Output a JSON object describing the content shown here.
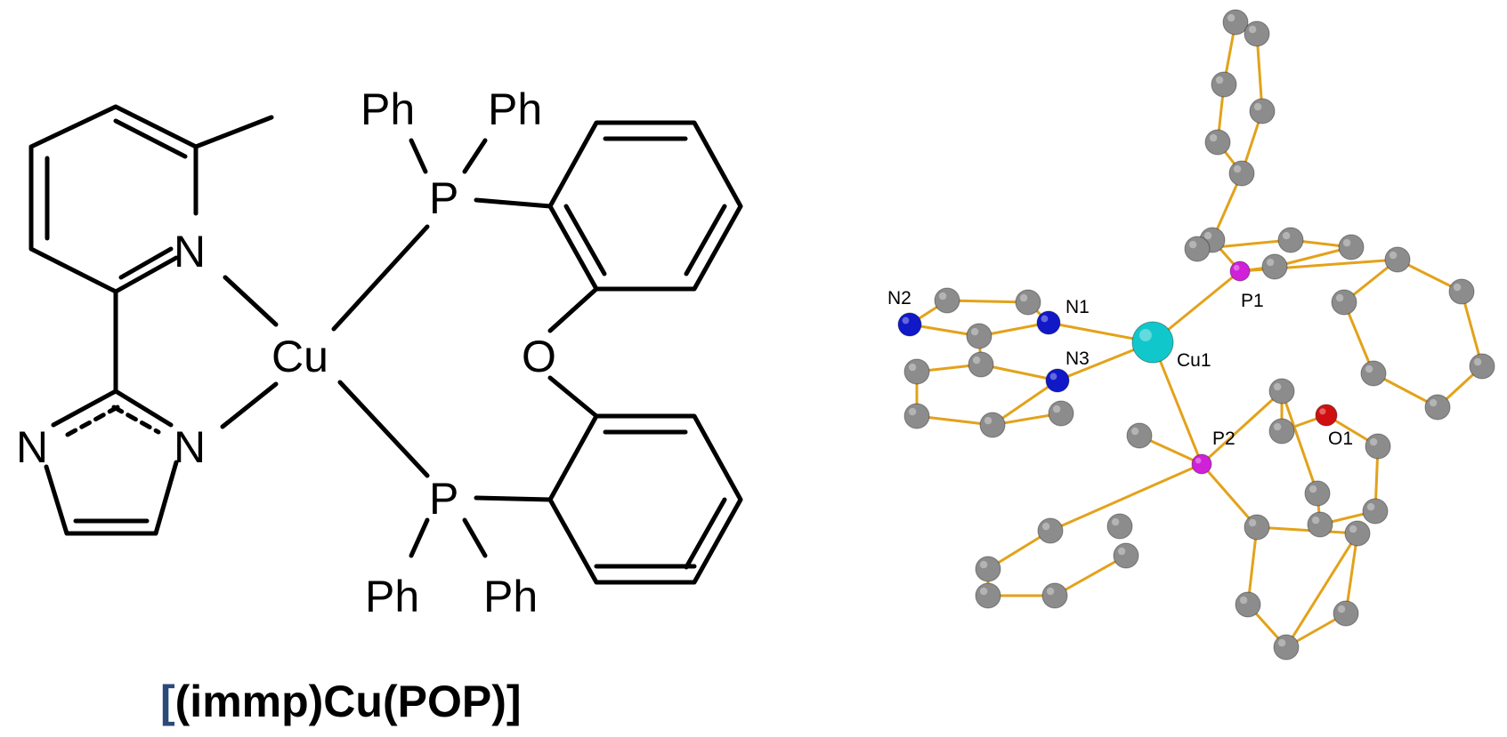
{
  "structure": {
    "labels": {
      "n_pyridine": "N",
      "n_imidazole_left": "N",
      "n_imidazole_right": "N",
      "metal": "Cu",
      "phosphorus_top": "P",
      "phosphorus_bottom": "P",
      "oxygen": "O",
      "ph_top_left": "Ph",
      "ph_top_right": "Ph",
      "ph_bottom_left": "Ph",
      "ph_bottom_right": "Ph"
    },
    "caption": {
      "open_bracket": "[",
      "text": "(immp)Cu(POP)",
      "close_bracket": "]"
    }
  },
  "crystal": {
    "labels": {
      "n2": "N2",
      "n1": "N1",
      "n3": "N3",
      "cu1": "Cu1",
      "p1": "P1",
      "p2": "P2",
      "o1": "O1"
    },
    "colors": {
      "bond": "#e3a21a",
      "carbon": "#8c8c8c",
      "nitrogen": "#1018c8",
      "copper": "#10c8cc",
      "phosphorus": "#d020d8",
      "oxygen": "#d01010"
    }
  }
}
